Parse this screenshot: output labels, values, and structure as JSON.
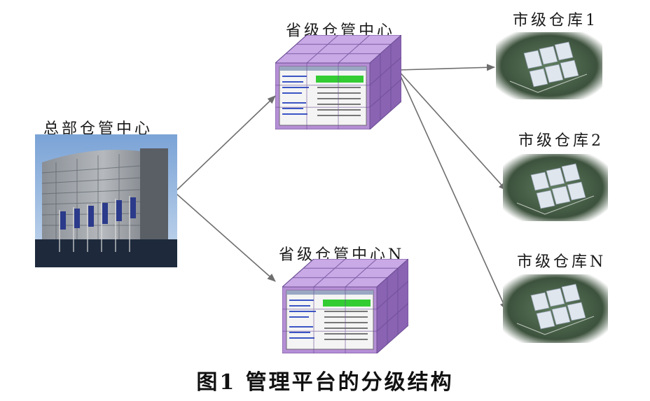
{
  "hq": {
    "label": "总部仓管中心"
  },
  "provincial": [
    {
      "label": "省级仓管中心"
    },
    {
      "label": "省级仓管中心N"
    }
  ],
  "city": [
    {
      "label": "市级仓库1"
    },
    {
      "label": "市级仓库2"
    },
    {
      "label": "市级仓库N"
    }
  ],
  "caption": "图1   管理平台的分级结构",
  "colors": {
    "cube": "#b58fd6",
    "cube_dark": "#8a63b3",
    "grid_line": "#6a4c93",
    "table_header": "#33cc33",
    "arrow": "#6e6e6e"
  }
}
